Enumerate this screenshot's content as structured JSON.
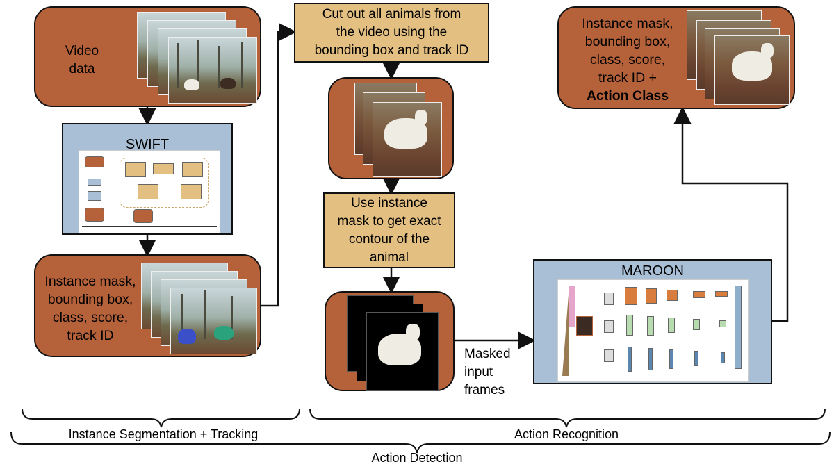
{
  "video_box": {
    "label_line1": "Video",
    "label_line2": "data"
  },
  "swift_box": {
    "title": "SWIFT"
  },
  "instance_box": {
    "lines": [
      "Instance mask,",
      "bounding box,",
      "class, score,",
      "track ID"
    ]
  },
  "cut_box": {
    "lines": [
      "Cut out all animals from",
      "the video using the",
      "bounding box and track ID"
    ]
  },
  "use_mask_box": {
    "lines": [
      "Use instance",
      "mask to get exact",
      "contour of the",
      "animal"
    ]
  },
  "output_box": {
    "lines": [
      "Instance mask,",
      "bounding box,",
      "class, score,",
      "track ID +"
    ],
    "bold_line": "Action Class"
  },
  "maroon_box": {
    "title": "MAROON"
  },
  "masked_label": {
    "lines": [
      "Masked",
      "input",
      "frames"
    ]
  },
  "brackets": {
    "segmentation": "Instance Segmentation + Tracking",
    "recognition": "Action Recognition",
    "detection": "Action Detection"
  },
  "colors": {
    "rust": "#b5623b",
    "tan": "#e3bf82",
    "steel_blue": "#a8bfd6",
    "outline": "#111111"
  }
}
